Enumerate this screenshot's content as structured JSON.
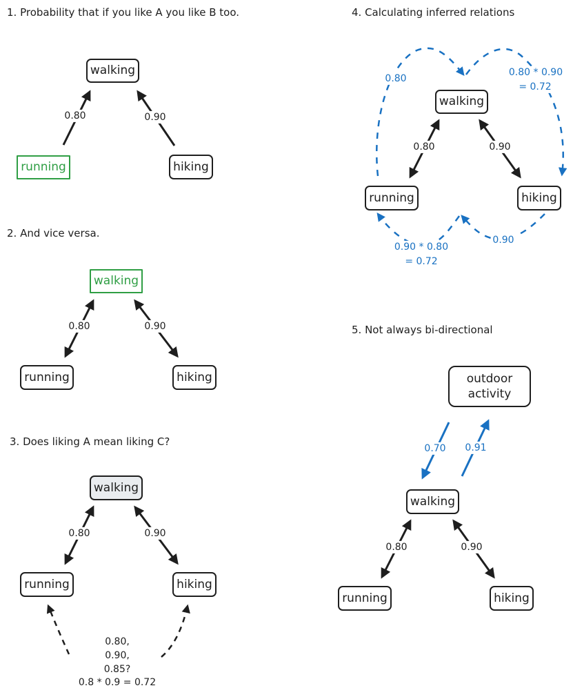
{
  "colors": {
    "ink": "#1e1e1e",
    "green": "#2f9e44",
    "blue": "#1971c2",
    "gray_fill": "#e9ecef"
  },
  "panels": [
    {
      "title": "1. Probability that if you like A you like B too.",
      "nodes": {
        "walking": "walking",
        "running": "running",
        "hiking": "hiking"
      },
      "edges": [
        {
          "from": "running",
          "to": "walking",
          "label": "0.80"
        },
        {
          "from": "hiking",
          "to": "walking",
          "label": "0.90"
        }
      ]
    },
    {
      "title": "2. And vice versa.",
      "nodes": {
        "walking": "walking",
        "running": "running",
        "hiking": "hiking"
      },
      "edges": [
        {
          "from": "running",
          "to": "walking",
          "label": "0.80",
          "bidirectional": true
        },
        {
          "from": "hiking",
          "to": "walking",
          "label": "0.90",
          "bidirectional": true
        }
      ]
    },
    {
      "title": "3. Does liking A mean liking C?",
      "nodes": {
        "walking": "walking",
        "running": "running",
        "hiking": "hiking"
      },
      "edges": [
        {
          "from": "running",
          "to": "walking",
          "label": "0.80",
          "bidirectional": true
        },
        {
          "from": "hiking",
          "to": "walking",
          "label": "0.90",
          "bidirectional": true
        }
      ],
      "question_lines": [
        "0.80,",
        "0.90,",
        "0.85?",
        "0.8 * 0.9 = 0.72"
      ]
    },
    {
      "title": "4. Calculating inferred relations",
      "nodes": {
        "walking": "walking",
        "running": "running",
        "hiking": "hiking"
      },
      "edges": [
        {
          "from": "running",
          "to": "walking",
          "label": "0.80",
          "bidirectional": true
        },
        {
          "from": "hiking",
          "to": "walking",
          "label": "0.90",
          "bidirectional": true
        }
      ],
      "inferred": [
        {
          "label": "0.80"
        },
        {
          "label": "0.80 * 0.90",
          "label2": "= 0.72"
        },
        {
          "label": "0.90"
        },
        {
          "label": "0.90 * 0.80",
          "label2": "= 0.72"
        }
      ]
    },
    {
      "title": "5. Not always bi-directional",
      "nodes": {
        "outdoor": "outdoor\nactivity",
        "outdoor_line1": "outdoor",
        "outdoor_line2": "activity",
        "walking": "walking",
        "running": "running",
        "hiking": "hiking"
      },
      "edges": [
        {
          "from": "outdoor",
          "to": "walking",
          "label": "0.70"
        },
        {
          "from": "walking",
          "to": "outdoor",
          "label": "0.91"
        },
        {
          "from": "running",
          "to": "walking",
          "label": "0.80",
          "bidirectional": true
        },
        {
          "from": "hiking",
          "to": "walking",
          "label": "0.90",
          "bidirectional": true
        }
      ]
    }
  ]
}
